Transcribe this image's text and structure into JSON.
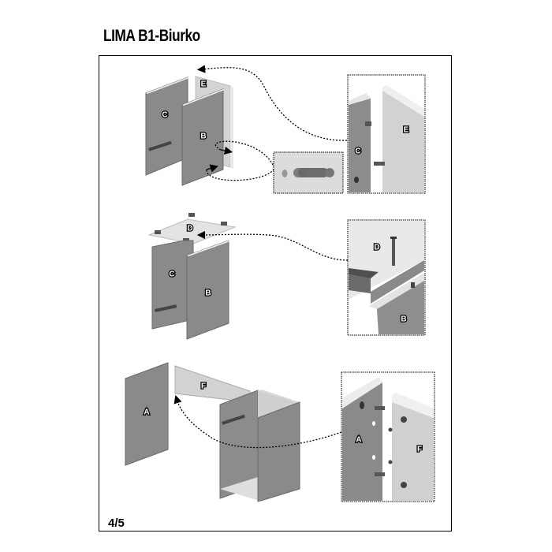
{
  "document": {
    "title": "LIMA  B1-Biurko",
    "page_number": "4/5"
  },
  "steps": [
    {
      "name": "step-1",
      "parts": [
        "C",
        "E",
        "B"
      ],
      "detail_labels": [
        "C",
        "E"
      ],
      "connector_detail": "cam-lock-fitting"
    },
    {
      "name": "step-2",
      "parts": [
        "D",
        "C",
        "B"
      ],
      "detail_labels": [
        "D",
        "B"
      ]
    },
    {
      "name": "step-3",
      "parts": [
        "A",
        "F"
      ],
      "detail_labels": [
        "A",
        "F"
      ]
    }
  ],
  "labels": {
    "s1_c": "C",
    "s1_e": "E",
    "s1_b": "B",
    "s1_detail_c": "C",
    "s1_detail_e": "E",
    "s2_d": "D",
    "s2_c": "C",
    "s2_b": "B",
    "s2_detail_d": "D",
    "s2_detail_b": "B",
    "s3_a": "A",
    "s3_f": "F",
    "s3_detail_a": "A",
    "s3_detail_f": "F"
  },
  "colors": {
    "panel_dark": "#8a8a8a",
    "panel_light": "#cfcfcf",
    "panel_edge": "#ededed",
    "outline": "#000000"
  }
}
